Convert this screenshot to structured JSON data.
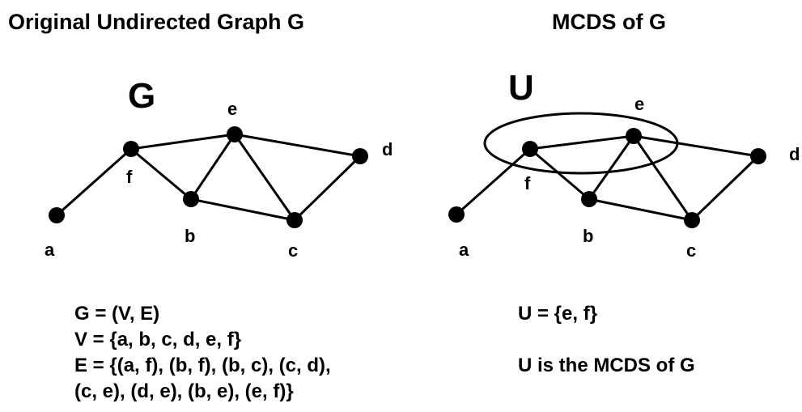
{
  "titles": {
    "left": "Original Undirected Graph G",
    "right": "MCDS of G"
  },
  "graphs": {
    "left": {
      "label": "G",
      "nodes": [
        "a",
        "b",
        "c",
        "d",
        "e",
        "f"
      ]
    },
    "right": {
      "label": "U",
      "nodes": [
        "a",
        "b",
        "c",
        "d",
        "e",
        "f"
      ]
    }
  },
  "edges": [
    [
      "a",
      "f"
    ],
    [
      "b",
      "f"
    ],
    [
      "b",
      "c"
    ],
    [
      "c",
      "d"
    ],
    [
      "c",
      "e"
    ],
    [
      "d",
      "e"
    ],
    [
      "b",
      "e"
    ],
    [
      "e",
      "f"
    ]
  ],
  "formula": {
    "line1": "G = (V, E)",
    "line2": "V = {a, b, c, d, e, f}",
    "line3": "E = {(a, f), (b, f), (b, c), (c, d),",
    "line4": "(c, e), (d, e), (b, e), (e, f)}"
  },
  "mcds": {
    "set": "U = {e, f}",
    "statement": "U is the MCDS of G"
  }
}
